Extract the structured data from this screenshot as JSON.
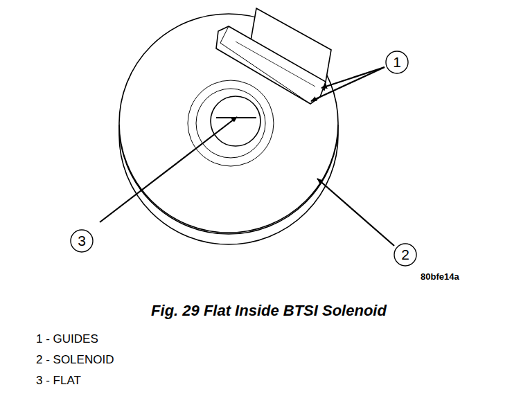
{
  "diagram": {
    "caption": "Fig. 29 Flat Inside BTSI Solenoid",
    "labels": [
      "1",
      "2",
      "3",
      "80bfe14a",
      "1 - GUIDES",
      "2 - SOLENOID",
      "3 - FLAT"
    ]
  }
}
